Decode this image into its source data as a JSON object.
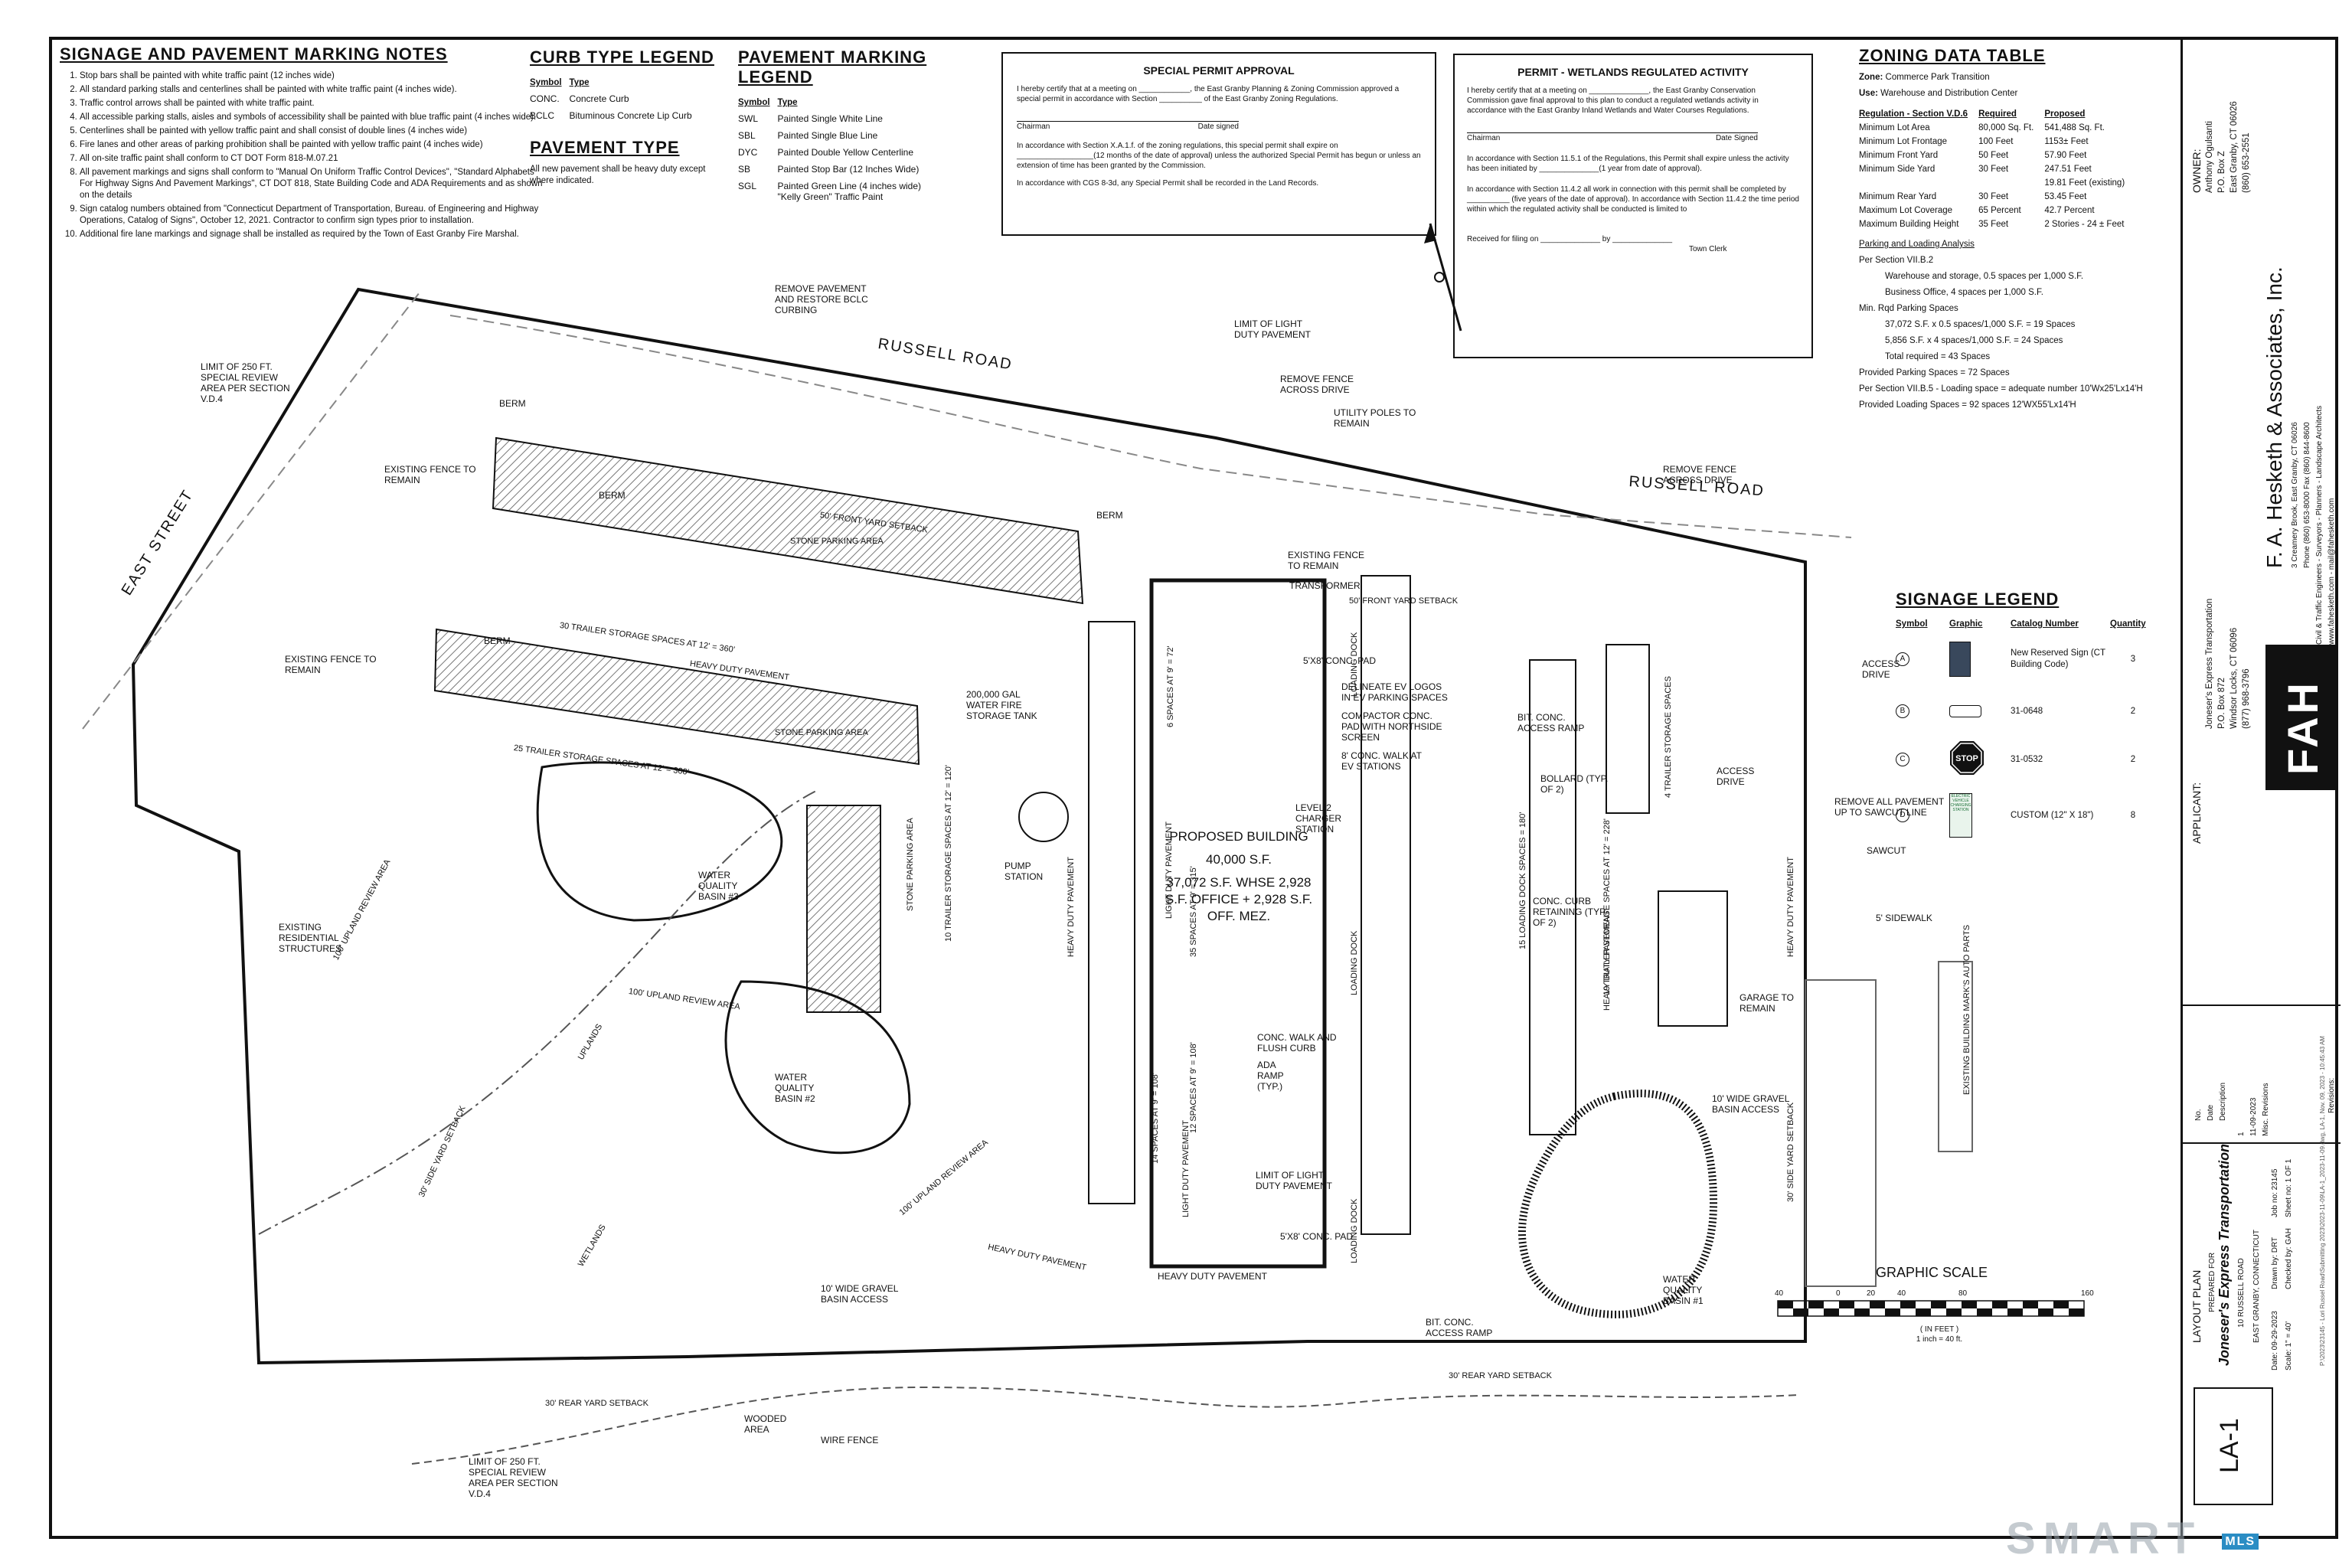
{
  "notes": {
    "title": "SIGNAGE AND PAVEMENT MARKING NOTES",
    "items": [
      "Stop bars shall be painted with white traffic paint (12 inches wide)",
      "All standard parking stalls and centerlines shall be painted with white traffic paint (4 inches wide).",
      "Traffic control arrows shall be painted with white traffic paint.",
      "All accessible parking stalls, aisles and symbols of accessibility shall be painted with blue traffic paint (4 inches wide).",
      "Centerlines shall be painted with yellow traffic paint and shall consist of double lines (4 inches wide)",
      "Fire lanes and other areas of parking prohibition shall be painted with yellow traffic paint (4 inches wide)",
      "All on-site traffic paint shall conform to CT DOT Form 818-M.07.21",
      "All pavement markings and signs shall conform to \"Manual On Uniform Traffic Control Devices\", \"Standard Alphabets For Highway Signs And Pavement Markings\", CT DOT 818, State Building Code and ADA Requirements and as shown on the details",
      "Sign catalog numbers obtained from \"Connecticut Department of Transportation, Bureau. of Engineering and Highway Operations, Catalog of Signs\", October 12, 2021. Contractor to confirm sign types prior to installation.",
      "Additional fire lane markings and signage shall be installed as required by the Town of East Granby Fire Marshal."
    ]
  },
  "curb": {
    "title": "CURB TYPE LEGEND",
    "headers": [
      "Symbol",
      "Type"
    ],
    "rows": [
      [
        "CONC.",
        "Concrete Curb"
      ],
      [
        "BCLC",
        "Bituminous Concrete Lip Curb"
      ]
    ]
  },
  "pavement_type": {
    "title": "PAVEMENT TYPE",
    "text": "All new pavement shall be heavy duty except where indicated."
  },
  "marking": {
    "title": "PAVEMENT MARKING LEGEND",
    "headers": [
      "Symbol",
      "Type"
    ],
    "rows": [
      [
        "SWL",
        "Painted Single White Line"
      ],
      [
        "SBL",
        "Painted Single Blue Line"
      ],
      [
        "DYC",
        "Painted Double Yellow Centerline"
      ],
      [
        "SB",
        "Painted Stop Bar (12 Inches Wide)"
      ],
      [
        "SGL",
        "Painted Green Line (4 inches wide) \"Kelly Green\" Traffic Paint"
      ]
    ]
  },
  "special_permit": {
    "title": "SPECIAL PERMIT APPROVAL",
    "p1": "I hereby certify that at a meeting on ____________, the East Granby Planning & Zoning Commission approved a special permit in accordance with Section __________ of the East Granby Zoning Regulations.",
    "chairman": "Chairman",
    "date_signed": "Date signed",
    "p2": "In accordance with Section X.A.1.f. of the zoning regulations, this special permit shall expire on __________________(12 months of the date of approval) unless the authorized Special Permit has begun or unless an extension of time has been granted by the Commission.",
    "p3": "In accordance with CGS 8-3d, any Special Permit shall be recorded in the Land Records."
  },
  "wetlands_permit": {
    "title": "PERMIT - WETLANDS REGULATED ACTIVITY",
    "p1": "I hereby certify that at a meeting on ______________, the East Granby Conservation Commission gave final approval to this plan to conduct a regulated wetlands activity in accordance with the East Granby Inland Wetlands and Water Courses Regulations.",
    "chairman": "Chairman",
    "date_signed": "Date Signed",
    "p2": "In accordance with Section 11.5.1 of the Regulations, this Permit shall expire unless the activity has been initiated by ______________(1 year from date of approval).",
    "p3": "In accordance with Section 11.4.2 all work in connection with this permit shall be completed by __________ (five years of the date of approval). In accordance with Section 11.4.2 the time period within which the regulated activity shall be conducted is limited to",
    "received": "Received for filing on ______________ by ______________",
    "town_clerk": "Town Clerk"
  },
  "zoning": {
    "title": "ZONING DATA TABLE",
    "zone_label": "Zone:",
    "zone": "Commerce Park Transition",
    "use_label": "Use:",
    "use": "Warehouse and Distribution Center",
    "headers": [
      "Regulation - Section V.D.6",
      "Required",
      "Proposed"
    ],
    "rows": [
      [
        "Minimum Lot Area",
        "80,000 Sq. Ft.",
        "541,488 Sq. Ft."
      ],
      [
        "Minimum Lot Frontage",
        "100 Feet",
        "1153± Feet"
      ],
      [
        "Minimum Front Yard",
        "50 Feet",
        "57.90 Feet"
      ],
      [
        "Minimum Side Yard",
        "30 Feet",
        "247.51 Feet"
      ],
      [
        "",
        "",
        "19.81 Feet (existing)"
      ],
      [
        "Minimum Rear Yard",
        "30 Feet",
        "53.45 Feet"
      ],
      [
        "Maximum Lot Coverage",
        "65 Percent",
        "42.7 Percent"
      ],
      [
        "Maximum Building Height",
        "35 Feet",
        "2 Stories - 24 ± Feet"
      ]
    ],
    "parking_title": "Parking and Loading Analysis",
    "parking": [
      "Per Section VII.B.2",
      "Warehouse and storage, 0.5 spaces per 1,000 S.F.",
      "Business Office, 4 spaces per 1,000 S.F.",
      "Min. Rqd Parking Spaces",
      "37,072 S.F. x 0.5 spaces/1,000 S.F. = 19 Spaces",
      "5,856 S.F. x 4 spaces/1,000 S.F. = 24 Spaces",
      "Total required = 43 Spaces",
      "Provided Parking Spaces = 72 Spaces",
      "Per Section VII.B.5 - Loading space = adequate number 10'Wx25'Lx14'H",
      "Provided Loading Spaces = 92 spaces 12'WX55'Lx14'H"
    ]
  },
  "signage": {
    "title": "SIGNAGE LEGEND",
    "headers": [
      "Symbol",
      "Graphic",
      "Catalog Number",
      "Quantity"
    ],
    "rows": [
      {
        "symbol": "A",
        "catalog": "New Reserved Sign (CT Building Code)",
        "qty": "3"
      },
      {
        "symbol": "B",
        "catalog": "31-0648",
        "qty": "2"
      },
      {
        "symbol": "C",
        "catalog": "31-0532",
        "qty": "2",
        "sign_text": "STOP"
      },
      {
        "symbol": "D",
        "catalog": "CUSTOM (12\" X 18\")",
        "qty": "8",
        "sign_text": "ELECTRIC VEHICLE CHARGING STATION"
      }
    ]
  },
  "titleblock": {
    "owner_label": "OWNER:",
    "owner": [
      "Anthony Ogulsanti",
      "P.O. Box Z",
      "East Granby, CT 06026",
      "(860) 653-2551"
    ],
    "applicant_label": "APPLICANT:",
    "applicant": [
      "Joneser's Express Transportation",
      "P.O. Box 872",
      "Windsor Locks, CT 06096",
      "(877) 968-3796"
    ],
    "firm_name": "F. A. Hesketh & Associates, Inc.",
    "firm_address": "3 Creamery Brook, East Granby, CT 06026",
    "firm_phone": "Phone (860) 653-8000    Fax (860) 844-8600",
    "firm_services": "Civil & Traffic Engineers - Surveyors - Planners - Landscape Architects",
    "firm_web": "www.fahesketh.com - mail@fahesketh.com",
    "logo": "FAH",
    "revisions_label": "Revisions:",
    "rev_headers": [
      "No.",
      "Date",
      "Description"
    ],
    "rev_row": [
      "1",
      "11-09-2023",
      "Misc. Revisions"
    ],
    "plan_title": "LAYOUT PLAN",
    "prepared_for": "PREPARED FOR",
    "project": "Joneser's Express Transportation",
    "address": "10 RUSSELL ROAD",
    "town": "EAST GRANBY, CONNECTICUT",
    "date": "Date: 09-29-2023",
    "drawn": "Drawn by: DRT",
    "job": "Job no: 23145",
    "scale": "Scale: 1\" = 40'",
    "checked": "Checked by: GAH",
    "sheet_no": "Sheet no: 1 OF 1",
    "sheet_id": "LA-1",
    "path": "P:\\2023\\23145 - Lori Russel Road\\Submitting 2023\\2023-11-09\\LA-1_2023-11-09.dwg, LA-1, Nov. 09, 2023 - 10:45:43 AM"
  },
  "graphic_scale": {
    "title": "GRAPHIC SCALE",
    "ticks": [
      "40",
      "0",
      "20",
      "40",
      "80",
      "160"
    ],
    "units": "( IN FEET )",
    "ratio": "1 inch = 40 ft."
  },
  "watermark": "SMART",
  "watermark_mls": "MLS",
  "plan": {
    "russell_road": "RUSSELL ROAD",
    "east_street": "EAST STREET",
    "building_title": "PROPOSED BUILDING",
    "building_area": "40,000 S.F.",
    "building_break": "37,072 S.F. WHSE 2,928 S.F. OFFICE + 2,928 S.F. OFF. MEZ.",
    "labels": [
      "REMOVE PAVEMENT AND RESTORE BCLC CURBING",
      "LIMIT OF LIGHT DUTY PAVEMENT",
      "REMOVE FENCE ACROSS DRIVE",
      "UTILITY POLES TO REMAIN",
      "REMOVE FENCE ACROSS DRIVE",
      "EXISTING FENCE TO REMAIN",
      "TRANSFORMER",
      "5'X8' CONC. PAD",
      "DELINEATE EV LOGOS IN EV PARKING SPACES",
      "COMPACTOR CONC. PAD WITH NORTHSIDE SCREEN",
      "8' CONC. WALK AT EV STATIONS",
      "LEVEL 2 CHARGER STATION",
      "200,000 GAL WATER FIRE STORAGE TANK",
      "PUMP STATION",
      "LIMIT OF 250 FT. SPECIAL REVIEW AREA PER SECTION V.D.4",
      "EXISTING FENCE TO REMAIN",
      "EXISTING FENCE TO REMAIN",
      "EXISTING RESIDENTIAL STRUCTURES",
      "WATER QUALITY BASIN #3",
      "WATER QUALITY BASIN #2",
      "10' WIDE GRAVEL BASIN ACCESS",
      "LIMIT OF LIGHT DUTY PAVEMENT",
      "5'X8' CONC. PAD",
      "CONC. WALK AND FLUSH CURB",
      "ADA RAMP (TYP.)",
      "BIT. CONC. ACCESS RAMP",
      "BIT. CONC. ACCESS RAMP",
      "BOLLARD (TYP. OF 2)",
      "CONC. CURB RETAINING (TYP. OF 2)",
      "ACCESS DRIVE",
      "ACCESS DRIVE",
      "REMOVE ALL PAVEMENT UP TO SAWCUT LINE",
      "SAWCUT",
      "5' SIDEWALK",
      "GARAGE TO REMAIN",
      "10' WIDE GRAVEL BASIN ACCESS",
      "WATER QUALITY BASIN #1",
      "LIMIT OF 250 FT. SPECIAL REVIEW AREA PER SECTION V.D.4",
      "HEAVY DUTY PAVEMENT",
      "HEAVY DUTY PAVEMENT",
      "STONE PARKING AREA",
      "STONE PARKING AREA",
      "STONE PARKING AREA",
      "LOADING DOCK",
      "LOADING DOCK",
      "LOADING DOCK",
      "BERM",
      "BERM",
      "BERM",
      "BERM",
      "UPLANDS",
      "WETLANDS",
      "30' Rear Yard Setback",
      "30' Rear Yard Setback",
      "50' Front Yard Setback",
      "50' Front Yard Setback",
      "30' Side Yard Setback",
      "30' Side Yard Setback",
      "100' UPLAND REVIEW AREA",
      "100' UPLAND REVIEW AREA",
      "100' UPLAND REVIEW AREA",
      "Existing Building Mark's Auto Parts",
      "Wooded Area",
      "Wire Fence",
      "LIGHT DUTY PAVEMENT",
      "LIGHT DUTY PAVEMENT",
      "HEAVY DUTY PAVEMENT",
      "HEAVY DUTY PAVEMENT",
      "HEAVY DUTY PAVEMENT",
      "HEAVY DUTY PAVEMENT",
      "30 trailer storage spaces at 12' = 360'",
      "25 trailer storage spaces at 12' = 300'",
      "10 trailer storage spaces at 12' = 120'",
      "19 trailer storage spaces at 12' = 228'",
      "15 loading dock spaces = 180'",
      "4 trailer storage spaces",
      "6 spaces at 9' = 72'",
      "35 spaces at 9' = 315'",
      "12 spaces at 9' = 108'",
      "14 spaces at 9' = 108'"
    ]
  }
}
